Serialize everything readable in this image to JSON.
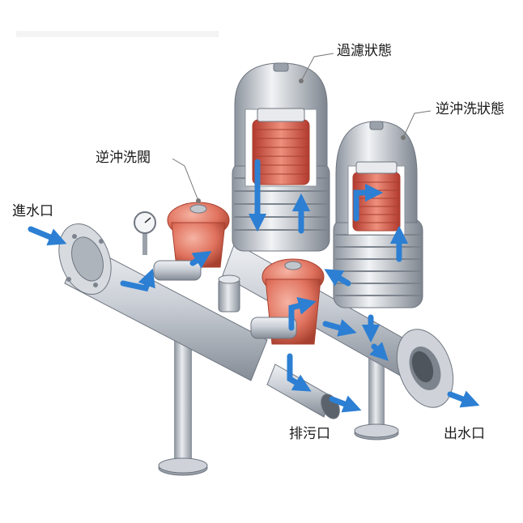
{
  "labels": {
    "filtering_state": "過濾狀態",
    "backwash_state": "逆沖洗狀態",
    "backwash_valve": "逆沖洗閥",
    "inlet": "進水口",
    "drain": "排污口",
    "outlet": "出水口"
  },
  "colors": {
    "flow_arrow": "#2c7fd3",
    "valve_red": "#e0735f",
    "screen_red": "#c84a3c",
    "metal": "#b9bfc7",
    "metal_dark": "#6f7680"
  }
}
